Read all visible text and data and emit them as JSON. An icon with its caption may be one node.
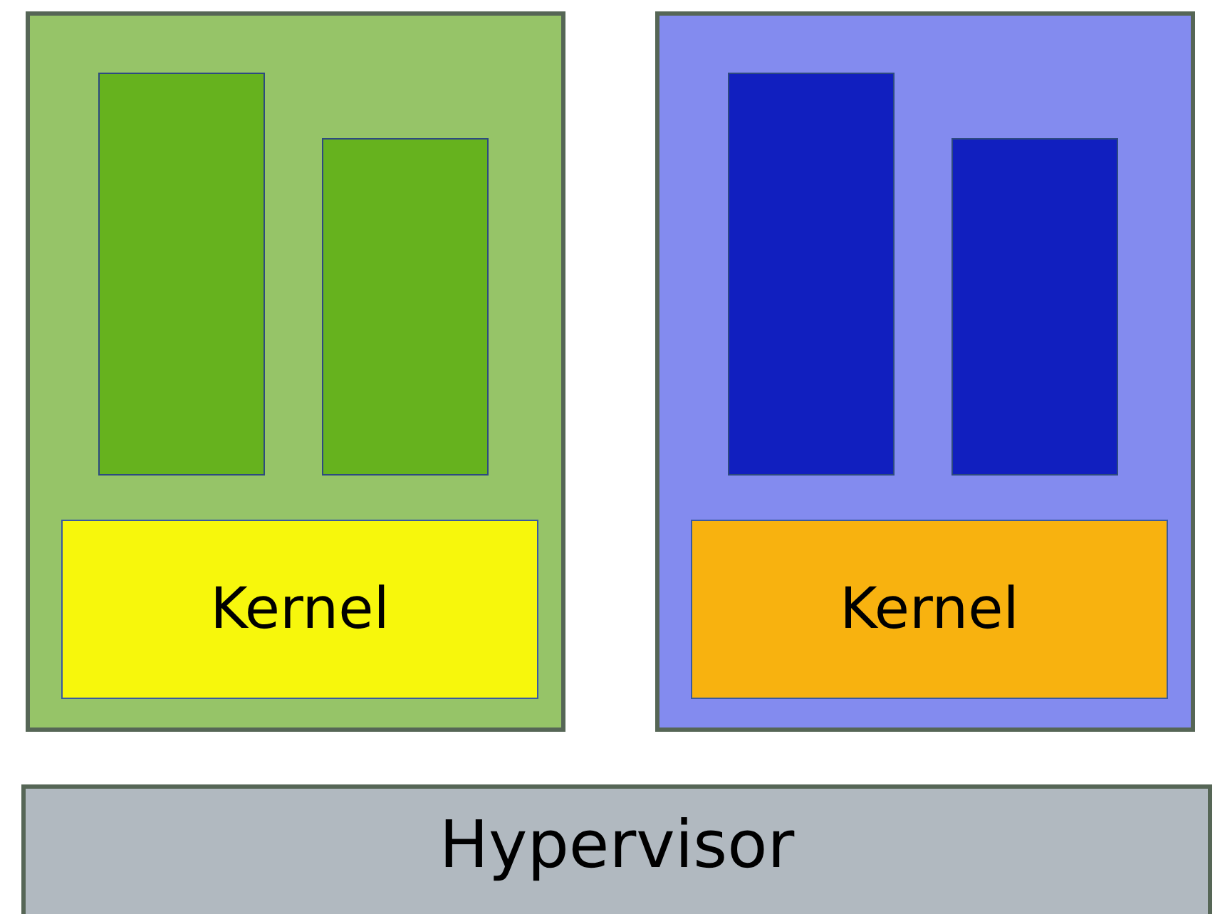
{
  "diagram": {
    "nodes": [
      {
        "text": [],
        "shape": "box"
      },
      {
        "text": [],
        "shape": "bar",
        "in": 0
      },
      {
        "text": [],
        "shape": "bar",
        "in": 0
      },
      {
        "text": [
          "Kernel"
        ],
        "in": 0
      },
      {
        "text": [],
        "shape": "box"
      },
      {
        "text": [],
        "shape": "bar",
        "in": 4
      },
      {
        "text": [],
        "shape": "bar",
        "in": 4
      },
      {
        "text": [
          "Kernel"
        ],
        "in": 4
      },
      {
        "text": [
          "Hypervisor"
        ]
      }
    ]
  }
}
